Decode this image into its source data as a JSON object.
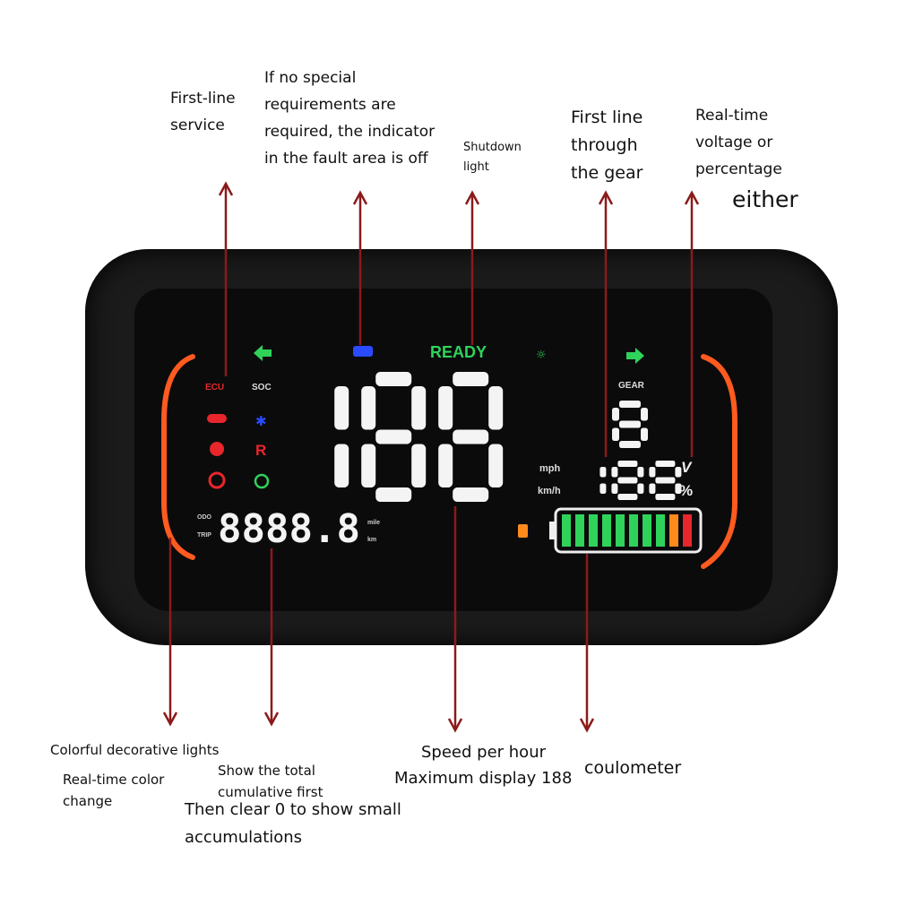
{
  "annotations": {
    "first_line_service": [
      "First-line",
      "service"
    ],
    "fault_area": [
      "If no special",
      "requirements are",
      "required, the indicator",
      "in the fault area is off"
    ],
    "shutdown_light": [
      "Shutdown",
      "light"
    ],
    "gear": [
      "First line",
      "through",
      "the gear"
    ],
    "voltage": [
      "Real-time",
      "voltage or",
      "percentage"
    ],
    "either": "either",
    "decorative_lights": "Colorful decorative lights",
    "color_change": [
      "Real-time color",
      "change"
    ],
    "total": [
      "Show the total",
      "cumulative first"
    ],
    "clear": [
      "Then clear 0 to show small",
      "accumulations"
    ],
    "speed": [
      "Speed per hour",
      "Maximum display 188"
    ],
    "coulometer": "coulometer"
  },
  "display": {
    "ready": "READY",
    "ecu": "ECU",
    "soc": "SOC",
    "reverse": "R",
    "gear_label": "GEAR",
    "gear_value": "8",
    "speed": "188",
    "speed_units": [
      "mph",
      "km/h"
    ],
    "voltage_value": "188",
    "voltage_units": [
      "V",
      "%"
    ],
    "odo_label": "ODO",
    "trip_label": "TRIP",
    "odometer": "8888.8",
    "odo_units": [
      "mile",
      "km"
    ],
    "battery_segments": [
      "green",
      "green",
      "green",
      "green",
      "green",
      "green",
      "green",
      "green",
      "orange",
      "red"
    ],
    "icons": [
      "turn-left-arrow",
      "headlight",
      "ready",
      "position-light",
      "turn-right-arrow",
      "ecu",
      "soc",
      "brake-warning",
      "bluetooth",
      "motor-fault",
      "reverse",
      "parking-brake",
      "cruise",
      "fuel"
    ]
  },
  "colors": {
    "arrow": "#8b1a1a",
    "accent": "#ff5a1f",
    "green": "#2fd35a",
    "blue": "#2a4bff",
    "red": "#e8262b",
    "white": "#f4f4f4",
    "orange": "#ff8a1c"
  }
}
